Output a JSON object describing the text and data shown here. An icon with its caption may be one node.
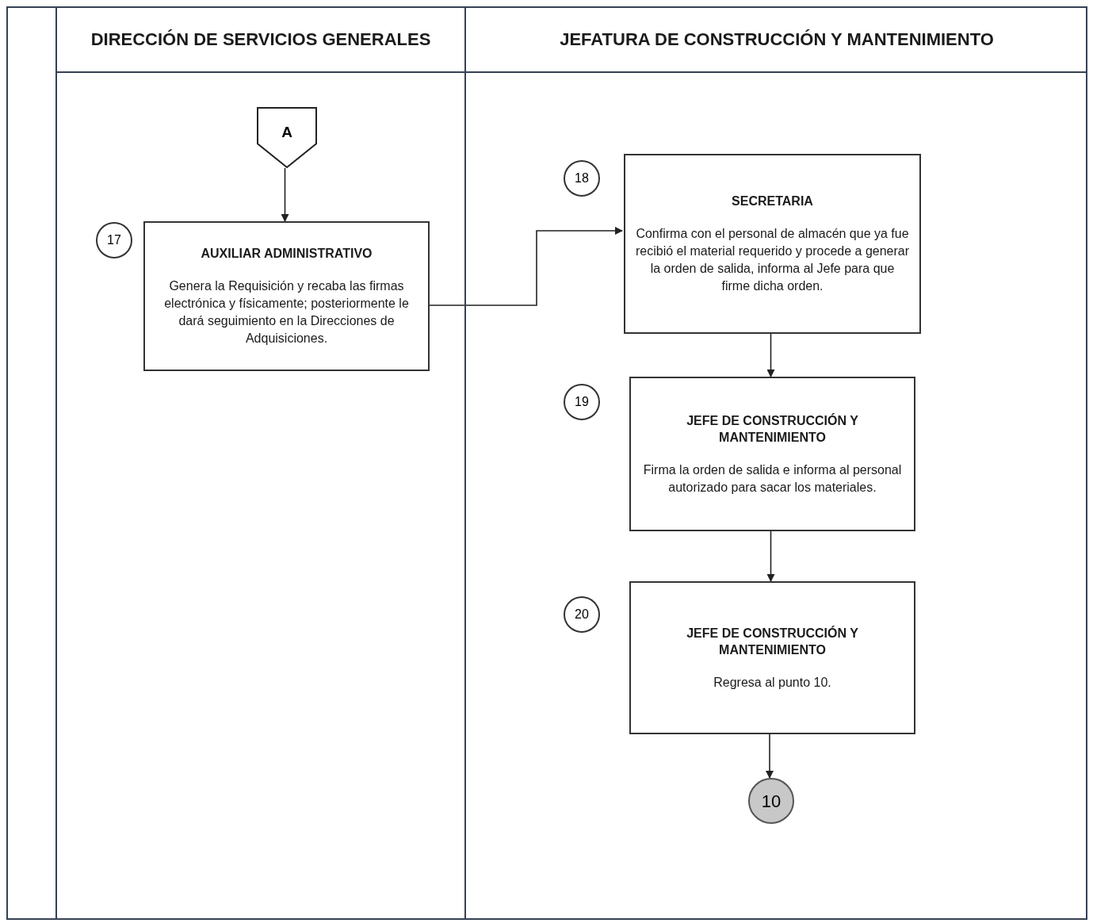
{
  "diagram": {
    "nodes": [
      {
        "text": [
          "DIRECCIÓN DE SERVICIOS GENERALES"
        ]
      },
      {
        "text": [
          "JEFATURA DE CONSTRUCCIÓN Y MANTENIMIENTO"
        ]
      },
      {
        "text": [
          "A"
        ],
        "in": 0
      },
      {
        "text": [
          "17"
        ],
        "in": 0
      },
      {
        "text": [
          "AUXILIAR ADMINISTRATIVO",
          "Genera la Requisición y recaba las firmas electrónica y físicamente; posteriormente le dará seguimiento en la Direcciones de Adquisiciones."
        ],
        "in": 0
      },
      {
        "text": [
          "18"
        ],
        "in": 1
      },
      {
        "text": [
          "SECRETARIA",
          "Confirma con el personal de almacén que ya fue recibió el material requerido y procede a generar la orden de salida, informa al Jefe para que firme dicha orden."
        ],
        "in": 1
      },
      {
        "text": [
          "19"
        ],
        "in": 1
      },
      {
        "text": [
          "JEFE DE CONSTRUCCIÓN Y MANTENIMIENTO",
          "Firma la orden de salida e informa al personal autorizado para sacar los materiales."
        ],
        "in": 1
      },
      {
        "text": [
          "20"
        ],
        "in": 1
      },
      {
        "text": [
          "JEFE DE CONSTRUCCIÓN Y MANTENIMIENTO",
          "Regresa al punto 10."
        ],
        "in": 1
      },
      {
        "text": [
          "10"
        ],
        "in": 1
      }
    ],
    "edges": [
      {
        "from": 2,
        "to": 4,
        "arrow": "to"
      },
      {
        "from": 4,
        "to": 6,
        "arrow": "to"
      },
      {
        "from": 6,
        "to": 8,
        "arrow": "to"
      },
      {
        "from": 8,
        "to": 10,
        "arrow": "to"
      },
      {
        "from": 10,
        "to": 11,
        "arrow": "to"
      }
    ]
  }
}
